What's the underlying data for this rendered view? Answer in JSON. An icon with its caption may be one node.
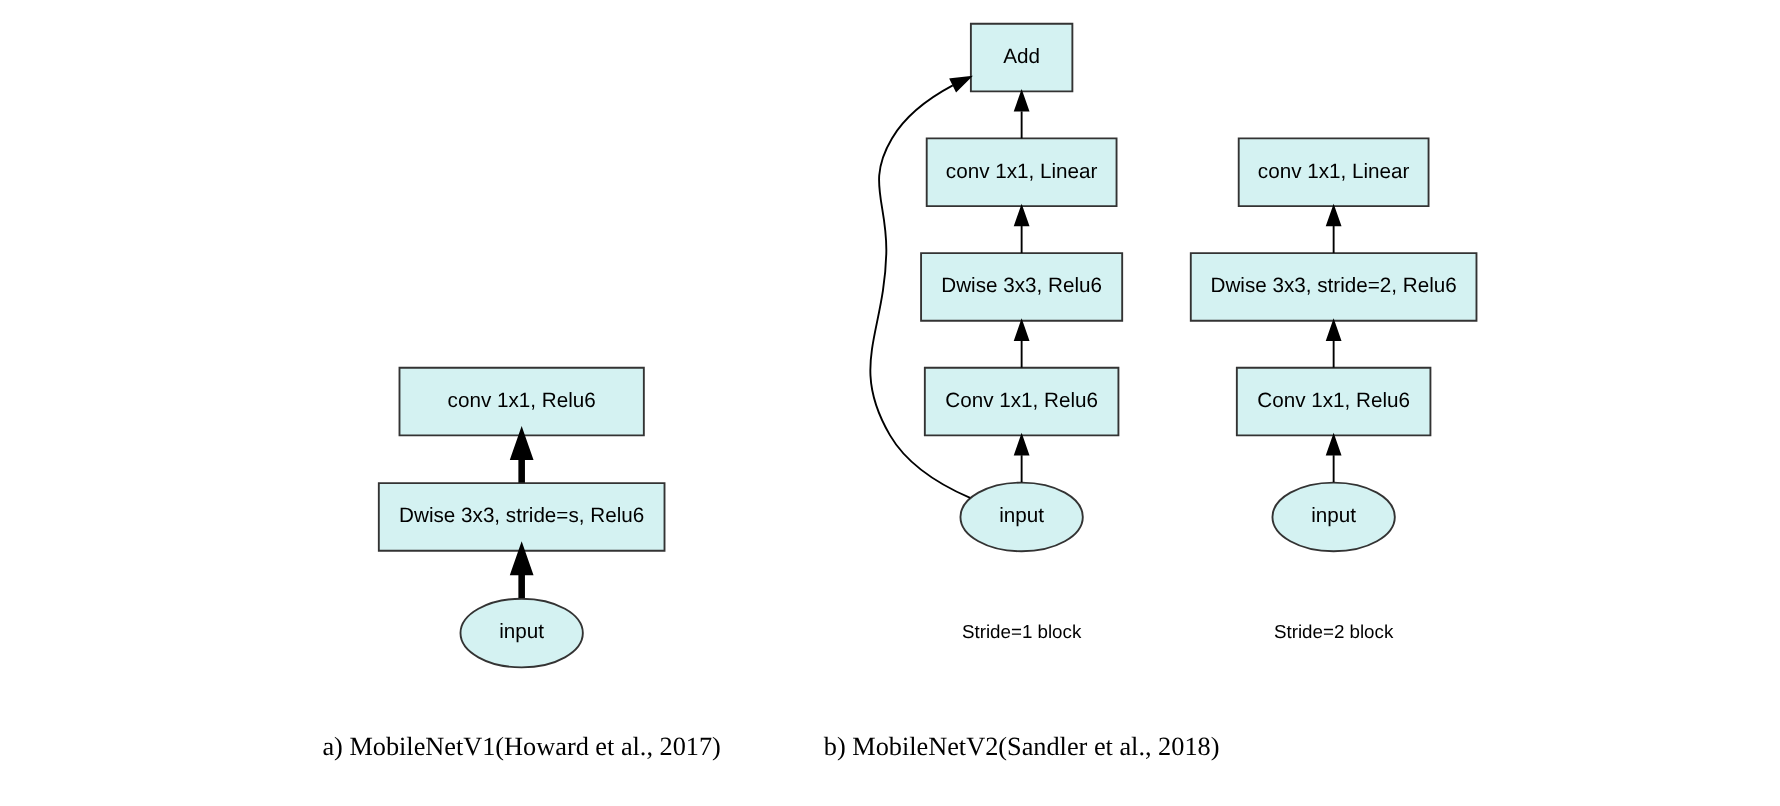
{
  "diagram": {
    "nodes": [
      {
        "text": [
          "conv 1x1, Relu6"
        ]
      },
      {
        "text": [
          "Dwise 3x3, stride=s, Relu6"
        ]
      },
      {
        "text": [
          "input"
        ]
      },
      {
        "text": [
          "Add"
        ]
      },
      {
        "text": [
          "conv 1x1, Linear"
        ]
      },
      {
        "text": [
          "Dwise 3x3, Relu6"
        ]
      },
      {
        "text": [
          "Conv 1x1, Relu6"
        ]
      },
      {
        "text": [
          "input"
        ],
        "beside": [
          "Stride=1 block"
        ]
      },
      {
        "text": [
          "conv 1x1, Linear"
        ]
      },
      {
        "text": [
          "Dwise 3x3, stride=2, Relu6"
        ]
      },
      {
        "text": [
          "Conv 1x1, Relu6"
        ]
      },
      {
        "text": [
          "input"
        ],
        "beside": [
          "Stride=2 block"
        ]
      }
    ],
    "edges": [
      {
        "from": 2,
        "to": 1,
        "arrow": "to",
        "style": "thick"
      },
      {
        "from": 1,
        "to": 0,
        "arrow": "to",
        "style": "thick"
      },
      {
        "from": 7,
        "to": 6,
        "arrow": "to"
      },
      {
        "from": 6,
        "to": 5,
        "arrow": "to"
      },
      {
        "from": 5,
        "to": 4,
        "arrow": "to"
      },
      {
        "from": 4,
        "to": 3,
        "arrow": "to"
      },
      {
        "from": 7,
        "to": 3,
        "arrow": "to"
      },
      {
        "from": 11,
        "to": 10,
        "arrow": "to"
      },
      {
        "from": 10,
        "to": 9,
        "arrow": "to"
      },
      {
        "from": 9,
        "to": 8,
        "arrow": "to"
      }
    ],
    "labels": [
      "a) MobileNetV1(Howard et al., 2017)",
      "b) MobileNetV2(Sandler et al., 2018)"
    ]
  }
}
